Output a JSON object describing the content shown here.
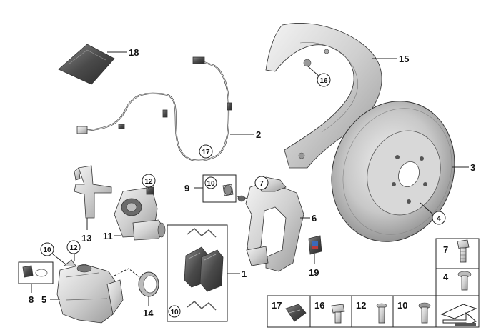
{
  "callouts": {
    "c1": "1",
    "c2": "2",
    "c3": "3",
    "c4": "4",
    "c5": "5",
    "c6": "6",
    "c7": "7",
    "c8": "8",
    "c9": "9",
    "c10": "10",
    "c11": "11",
    "c12": "12",
    "c13": "13",
    "c14": "14",
    "c15": "15",
    "c16": "16",
    "c17": "17",
    "c18": "18",
    "c19": "19"
  },
  "circled": {
    "k16": "16",
    "k17": "17",
    "k12a": "12",
    "k10a": "10",
    "k7": "7",
    "k4": "4",
    "k10b": "10",
    "k12b": "12",
    "k10c": "10"
  },
  "legend_right": {
    "r7": "7",
    "r4": "4"
  },
  "legend_bottom": {
    "b17": "17",
    "b16": "16",
    "b12": "12",
    "b10": "10"
  }
}
